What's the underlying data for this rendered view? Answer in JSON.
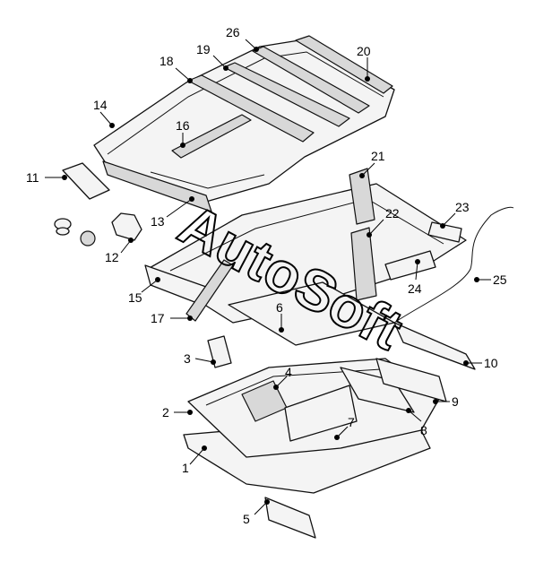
{
  "watermark": "AutoSoft",
  "callouts": [
    "1",
    "2",
    "3",
    "4",
    "5",
    "6",
    "7",
    "8",
    "9",
    "10",
    "11",
    "12",
    "13",
    "14",
    "15",
    "16",
    "17",
    "18",
    "19",
    "20",
    "21",
    "22",
    "23",
    "24",
    "25",
    "26"
  ]
}
